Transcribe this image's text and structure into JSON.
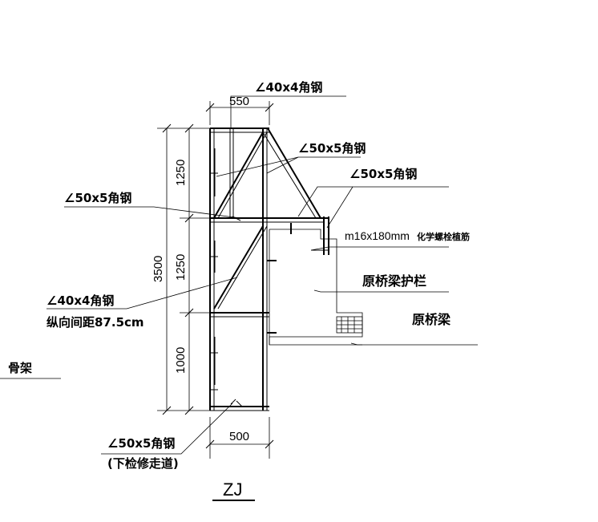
{
  "labels": {
    "top_angle": "∠40x4角钢",
    "dim_550": "550",
    "angle_50_a": "∠50x5角钢",
    "angle_50_b": "∠50x5角钢",
    "angle_50_left": "∠50x5角钢",
    "bolt": "m16x180mm",
    "bolt_cn": "化学螺栓植筋",
    "guardrail": "原桥梁护栏",
    "bridge": "原桥梁",
    "angle_40_left": "∠40x4角钢",
    "spacing": "纵向间距87.5cm",
    "skeleton": "骨架",
    "dim_1250_top": "1250",
    "dim_1250_mid": "1250",
    "dim_3500": "3500",
    "dim_1000": "1000",
    "dim_500": "500",
    "walkway_angle": "∠50x5角钢",
    "walkway": "(下检修走道)",
    "drawing_id": "ZJ"
  }
}
